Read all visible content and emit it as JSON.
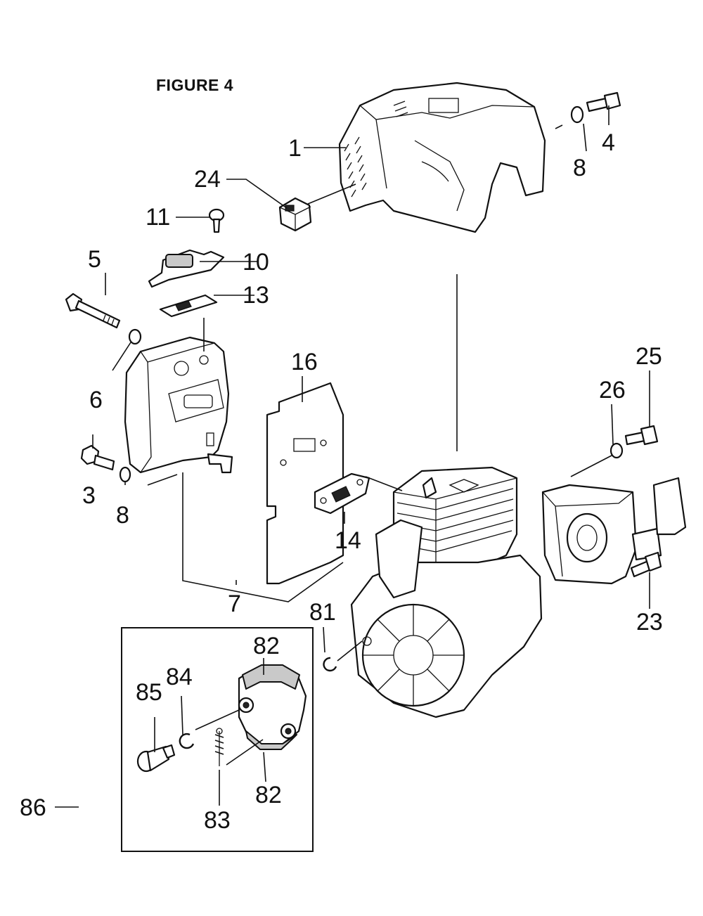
{
  "figure": {
    "title": "FIGURE 4"
  },
  "callouts": {
    "c1": "1",
    "c24": "24",
    "c11": "11",
    "c10": "10",
    "c13": "13",
    "c5": "5",
    "c6": "6",
    "c16": "16",
    "c3": "3",
    "c8a": "8",
    "c8b": "8",
    "c4": "4",
    "c7": "7",
    "c14": "14",
    "c25": "25",
    "c26": "26",
    "c23": "23",
    "c81": "81",
    "c82a": "82",
    "c82b": "82",
    "c84": "84",
    "c85": "85",
    "c83": "83",
    "c86": "86"
  }
}
